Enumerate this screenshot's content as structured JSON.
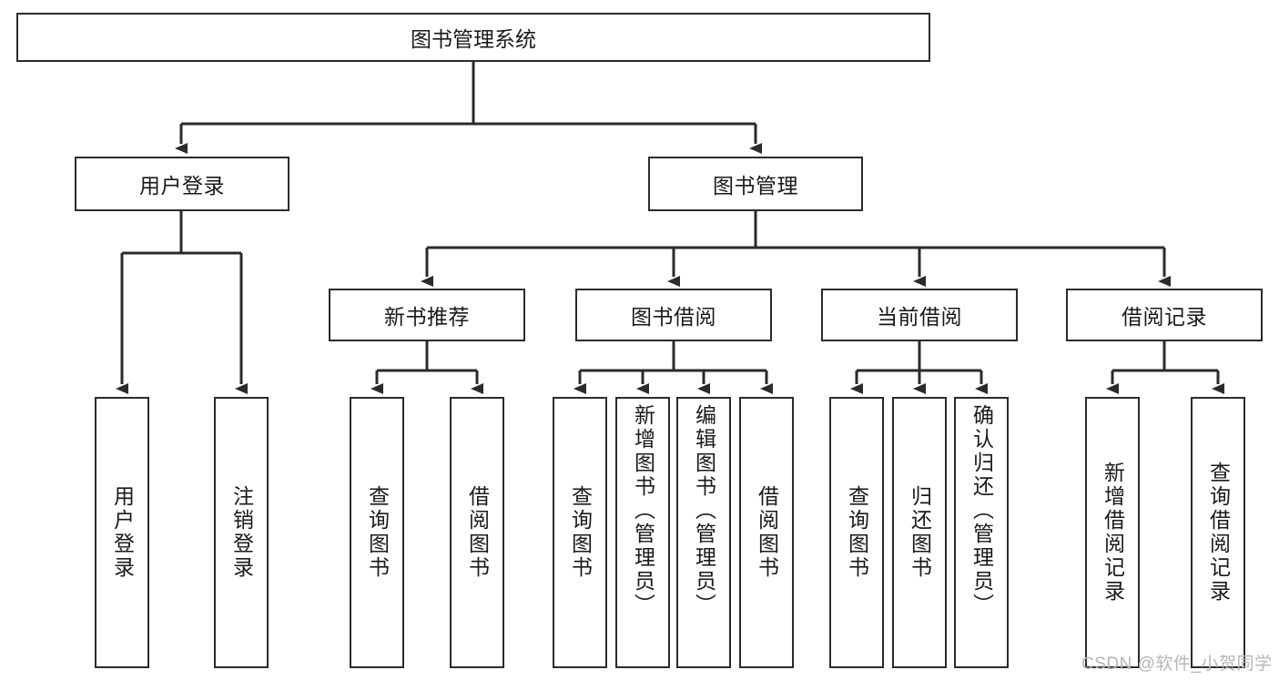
{
  "diagram": {
    "title": "图书管理系统",
    "type": "tree",
    "watermark": "CSDN @软件_小贺同学",
    "colors": {
      "stroke": "#2b2b2b",
      "fill": "#ffffff",
      "text": "#1a1a1a",
      "watermark": "#b6b6b6"
    },
    "root": {
      "label": "图书管理系统"
    },
    "level2": [
      {
        "label": "用户登录"
      },
      {
        "label": "图书管理"
      }
    ],
    "level3": [
      {
        "label": "新书推荐"
      },
      {
        "label": "图书借阅"
      },
      {
        "label": "当前借阅"
      },
      {
        "label": "借阅记录"
      }
    ],
    "leaves": {
      "user_login": [
        {
          "label": "用户登录"
        },
        {
          "label": "注销登录"
        }
      ],
      "new_book_recommend": [
        {
          "label": "查询图书"
        },
        {
          "label": "借阅图书"
        }
      ],
      "book_borrow": [
        {
          "label": "查询图书"
        },
        {
          "label": "新增图书（管理员）"
        },
        {
          "label": "编辑图书（管理员）"
        },
        {
          "label": "借阅图书"
        }
      ],
      "current_borrow": [
        {
          "label": "查询图书"
        },
        {
          "label": "归还图书"
        },
        {
          "label": "确认归还（管理员）"
        }
      ],
      "borrow_record": [
        {
          "label": "新增借阅记录"
        },
        {
          "label": "查询借阅记录"
        }
      ]
    }
  }
}
